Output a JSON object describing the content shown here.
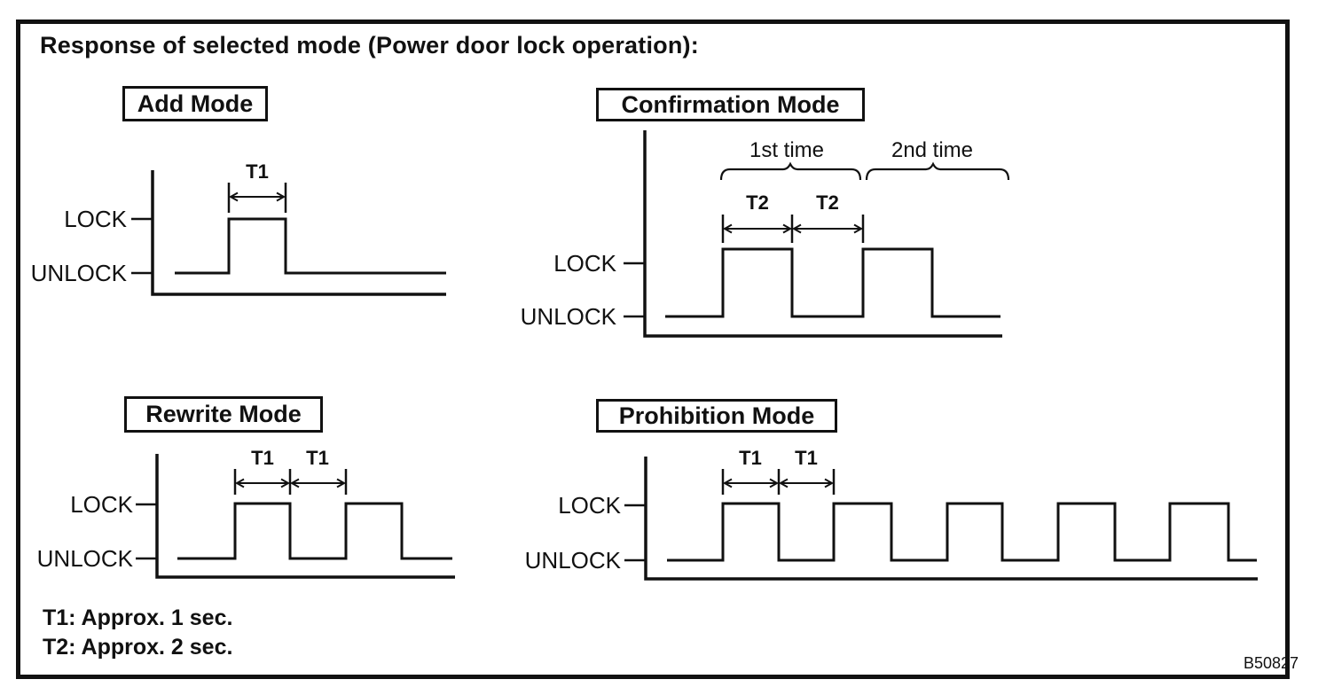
{
  "title": "Response of selected mode (Power door lock operation):",
  "figure_code": "B50827",
  "notes": {
    "t1": "T1: Approx. 1 sec.",
    "t2": "T2: Approx. 2 sec."
  },
  "panels": {
    "add": {
      "title": "Add Mode",
      "lock_label": "LOCK",
      "unlock_label": "UNLOCK",
      "t_labels": [
        "T1"
      ],
      "waveform": "UNLOCK baseline, single LOCK pulse lasting T1, return to UNLOCK"
    },
    "confirmation": {
      "title": "Confirmation Mode",
      "lock_label": "LOCK",
      "unlock_label": "UNLOCK",
      "cycle_labels": [
        "1st time",
        "2nd time"
      ],
      "t_labels": [
        "T2",
        "T2"
      ],
      "waveform": "Two cycles: LOCK pulse of T2, UNLOCK gap of T2, repeated (1st time, 2nd time)"
    },
    "rewrite": {
      "title": "Rewrite Mode",
      "lock_label": "LOCK",
      "unlock_label": "UNLOCK",
      "t_labels": [
        "T1",
        "T1"
      ],
      "waveform": "LOCK pulse of T1, UNLOCK gap of T1, second LOCK pulse, return to UNLOCK"
    },
    "prohibition": {
      "title": "Prohibition Mode",
      "lock_label": "LOCK",
      "unlock_label": "UNLOCK",
      "t_labels": [
        "T1",
        "T1"
      ],
      "waveform": "Repeating train of five LOCK pulses: T1 locked, T1 unlocked, continuing"
    }
  }
}
